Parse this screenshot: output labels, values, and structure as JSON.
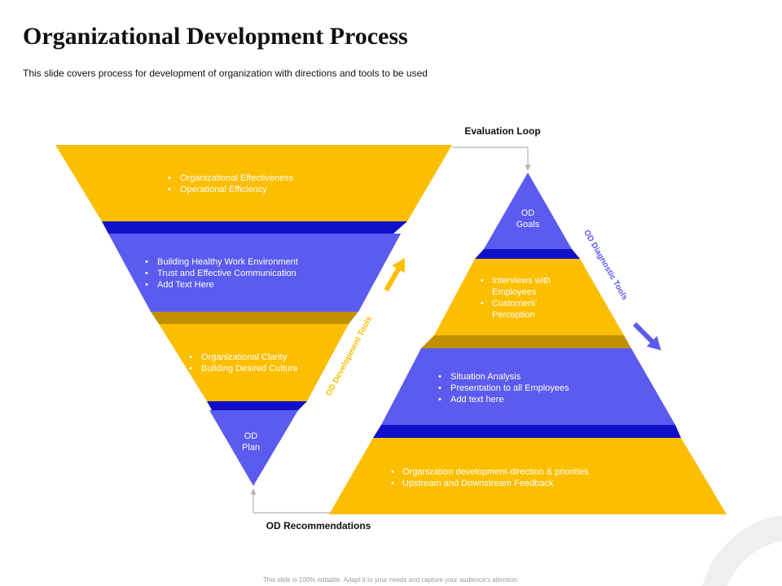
{
  "title": "Organizational Development Process",
  "subtitle": "This slide covers process for development  of organization with directions and tools to be used",
  "footer": "This slide is 100% editable. Adapt it to your needs and capture your audience's attention.",
  "colors": {
    "yellow": "#FCBE00",
    "blue": "#5B5BF0",
    "dark_blue": "#1010C8",
    "dark_yellow": "#C19000",
    "arrow_gray": "#b5b5b5"
  },
  "labels": {
    "evaluation_loop": "Evaluation Loop",
    "od_recommendations": "OD Recommendations",
    "od_development_tools": "OD Development Tools",
    "od_diagnostic_tools": "OD Diagnostic Tools"
  },
  "funnel": {
    "tier1": [
      "Organizational Effectiveness",
      "Operational Efficiency"
    ],
    "tier2": [
      "Building Healthy Work Environment",
      "Trust and Effective Communication",
      "Add Text Here"
    ],
    "tier3": [
      "Organizational Clarity",
      "Building Desired Culture"
    ],
    "tip": [
      "OD",
      "Plan"
    ]
  },
  "pyramid": {
    "tip": [
      "OD",
      "Goals"
    ],
    "tier2": [
      "Interviews with",
      "Employees",
      "Customers'",
      "Perception"
    ],
    "tier3": [
      "Situation Analysis",
      "Presentation to all Employees",
      "Add text here"
    ],
    "tier4": [
      "Organization development-direction & priorities",
      "Upstream and Downstream Feedback"
    ]
  }
}
